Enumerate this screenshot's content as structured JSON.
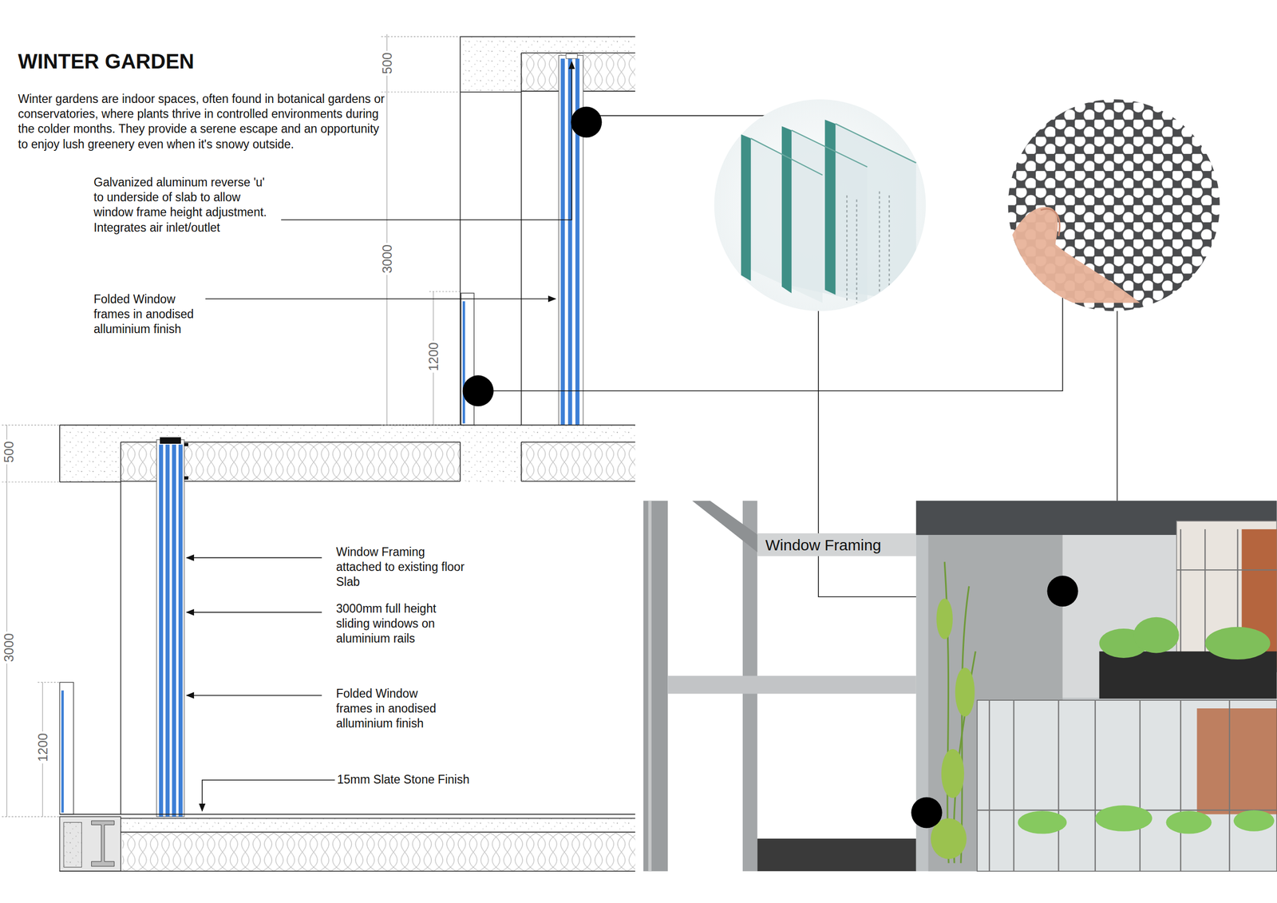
{
  "diagram": {
    "title": "WINTER GARDEN",
    "labels": [
      "Winter gardens are indoor spaces, often found in botanical gardens or conservatories, where plants thrive in controlled environments during the colder months. They provide a serene escape and an opportunity to enjoy lush greenery even when it's snowy outside.",
      "500",
      "Galvanized aluminum reverse 'u' to underside of slab to allow window frame height adjustment. Integrates air inlet/outlet",
      "3000",
      "Folded Window frames in anodised alluminium finish",
      "1200",
      "500",
      "Window Framing attached to existing floor Slab",
      "3000",
      "3000mm full height sliding windows on aluminium rails",
      "Folded Window frames in anodised alluminium finish",
      "1200",
      "15mm Slate Stone Finish",
      "Window Framing"
    ]
  }
}
